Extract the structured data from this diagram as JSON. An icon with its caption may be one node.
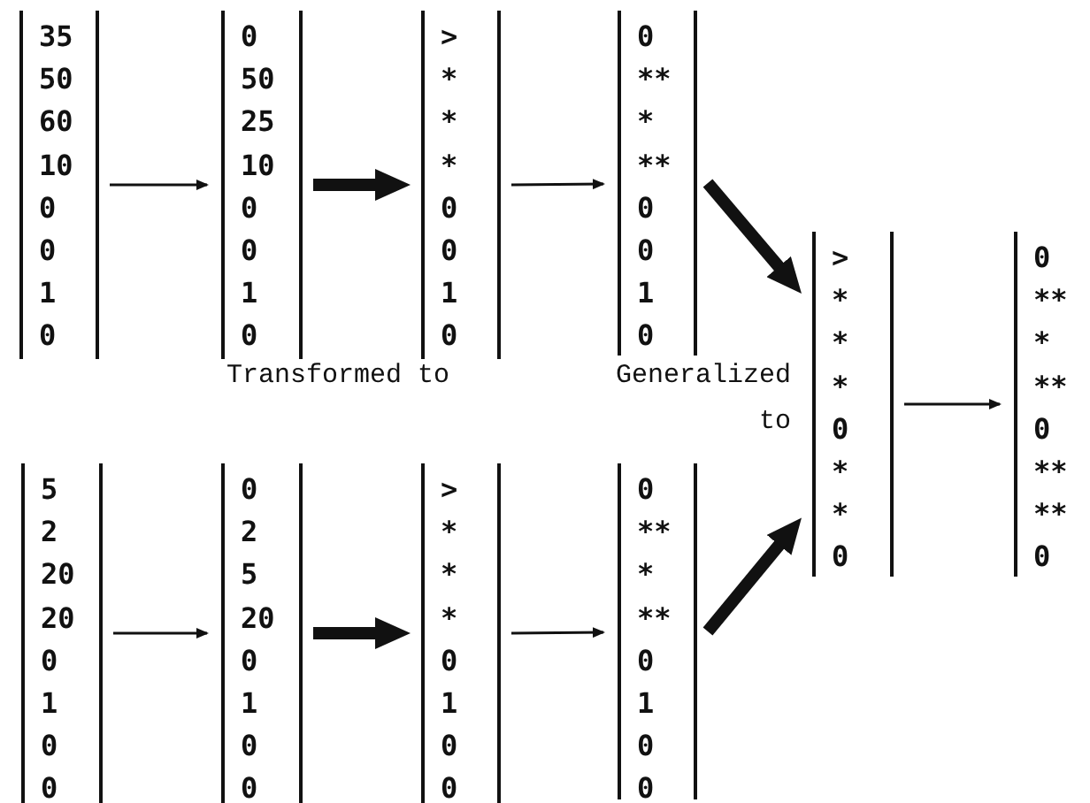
{
  "diagram": {
    "nodes": [
      {
        "text": [
          "35 50 60 10 0 0 1 0"
        ]
      },
      {
        "text": [
          "0 50 25 10 0 0 1 0"
        ]
      },
      {
        "text": [
          "> * * * 0 0 1 0"
        ]
      },
      {
        "text": [
          "0 ** * ** 0 0 1 0"
        ]
      },
      {
        "text": [
          "5 2 20 20 0 1 0 0"
        ]
      },
      {
        "text": [
          "0 2 5 20 0 1 0 0"
        ]
      },
      {
        "text": [
          "> * * * 0 1 0 0"
        ]
      },
      {
        "text": [
          "0 ** * ** 0 1 0 0"
        ]
      },
      {
        "text": [
          "> * * * 0 * * 0"
        ]
      },
      {
        "text": [
          "0 ** * ** 0 ** ** 0"
        ]
      }
    ],
    "edges": [
      {
        "from": 0,
        "to": 1,
        "arrow": "to"
      },
      {
        "from": 1,
        "to": 2,
        "arrow": "to",
        "style": "thick"
      },
      {
        "from": 2,
        "to": 3,
        "arrow": "to"
      },
      {
        "from": 3,
        "to": 8,
        "arrow": "to",
        "style": "thick"
      },
      {
        "from": 4,
        "to": 5,
        "arrow": "to"
      },
      {
        "from": 5,
        "to": 6,
        "arrow": "to",
        "style": "thick"
      },
      {
        "from": 6,
        "to": 7,
        "arrow": "to"
      },
      {
        "from": 7,
        "to": 8,
        "arrow": "to",
        "style": "thick"
      },
      {
        "from": 8,
        "to": 9,
        "arrow": "to"
      }
    ],
    "labels": [
      "Transformed to",
      "Generalized to"
    ]
  }
}
